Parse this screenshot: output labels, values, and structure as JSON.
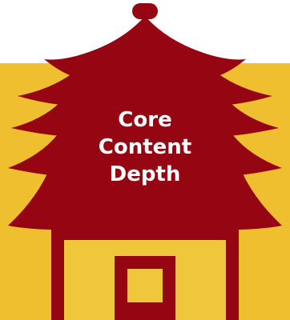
{
  "caption": {
    "line1": "Core",
    "line2": "Content",
    "line3": "Depth"
  },
  "colors": {
    "background": "#ffffff",
    "backdrop": "#EFBF2F",
    "pagoda": "#950512",
    "window_fill": "#F0C63A",
    "text": "#ffffff"
  },
  "icons": {
    "pagoda": "pagoda-icon"
  }
}
